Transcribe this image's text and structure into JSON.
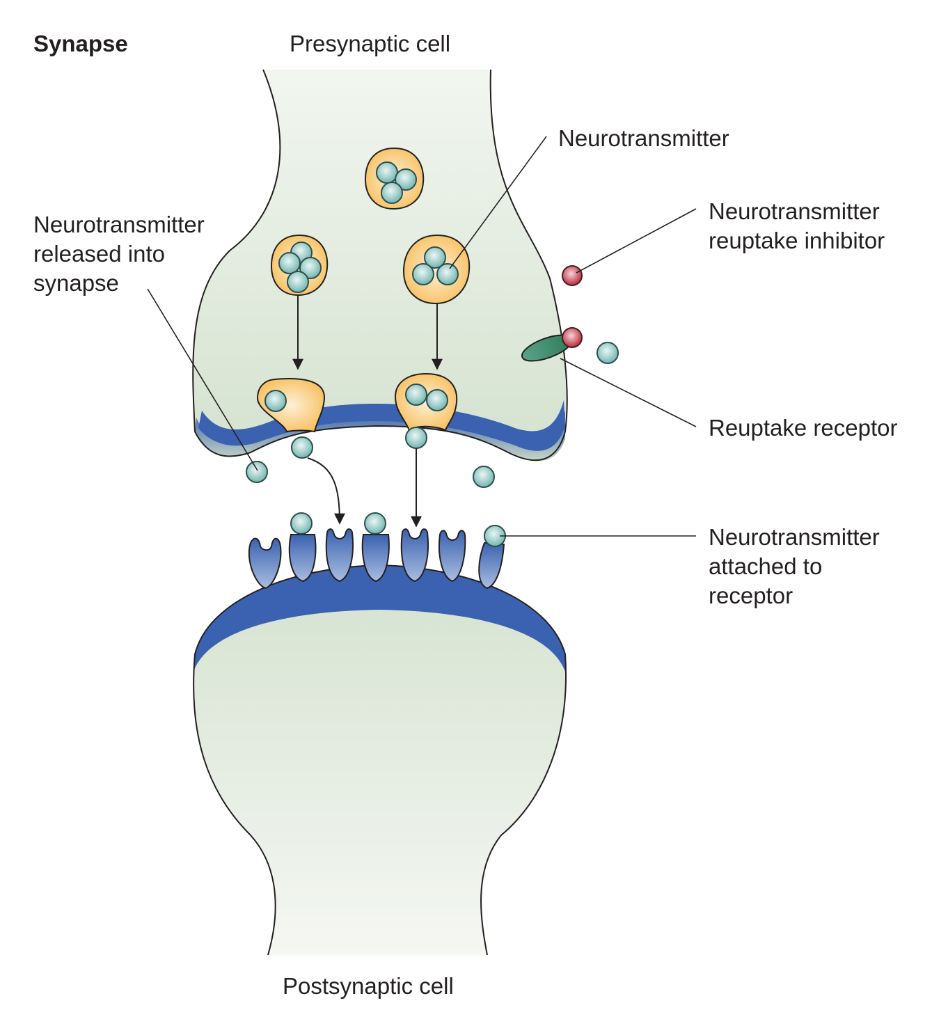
{
  "title": "Synapse",
  "labels": {
    "presynaptic": "Presynaptic cell",
    "postsynaptic": "Postsynaptic cell",
    "neurotransmitter": "Neurotransmitter",
    "reuptake_inhibitor": "Neurotransmitter\nreuptake inhibitor",
    "released": "Neurotransmitter\nreleased into\nsynapse",
    "reuptake_receptor": "Reuptake receptor",
    "attached": "Neurotransmitter\nattached to\nreceptor"
  },
  "colors": {
    "cell_fill": "#dde8d8",
    "membrane": "#3b62b0",
    "vesicle": "#f8c468",
    "neurotransmitter": "#8fcbc6",
    "inhibitor": "#c8394a",
    "reuptake_receptor": "#3f8a6c"
  }
}
